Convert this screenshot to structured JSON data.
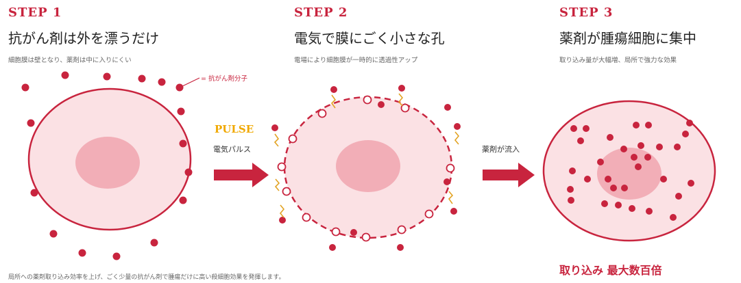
{
  "steps": [
    {
      "label": "STEP 1",
      "title": "抗がん剤は外を漂うだけ",
      "subtitle": "細胞膜は壁となり、薬剤は中に入りにくい"
    },
    {
      "label": "STEP 2",
      "title": "電気で膜にごく小さな孔",
      "subtitle": "電場により細胞膜が一時的に透過性アップ"
    },
    {
      "label": "STEP 3",
      "title": "薬剤が腫瘍細胞に集中",
      "subtitle": "取り込み量が大幅増、局所で強力な効果"
    }
  ],
  "legend": "= 抗がん剤分子",
  "arrow1": {
    "top": "PULSE",
    "bottom": "電気パルス"
  },
  "arrow2": {
    "label": "薬剤が流入"
  },
  "footer": "局所への薬剤取り込み効率を上げ、ごく少量の抗がん剤で腫瘍だけに高い殺細胞効果を発揮します。",
  "result": "取り込み 最大数百倍",
  "colors": {
    "accent": "#c8243e",
    "pulse": "#f0a800",
    "cell": "#fbe1e4",
    "nucleus": "#f2aeb7"
  }
}
